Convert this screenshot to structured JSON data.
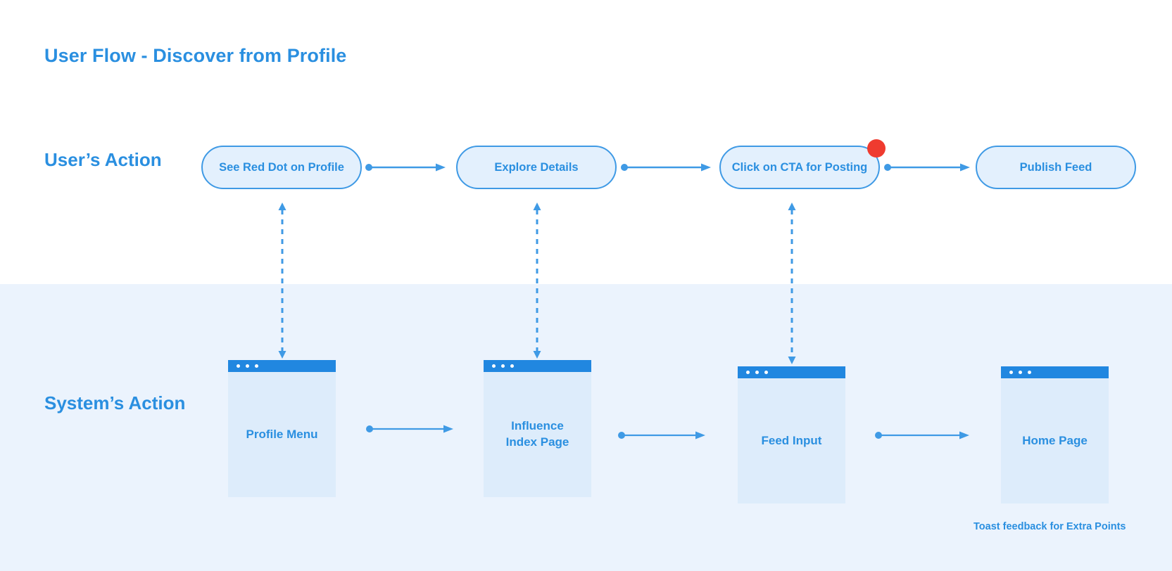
{
  "page": {
    "title": "User Flow - Discover from Profile",
    "accent_color": "#2a8fe0",
    "card_fill_color": "#ddecfb",
    "pill_fill_color": "#e3f0fd",
    "band_bottom_color": "#ebf3fd",
    "badge_color": "#ef3b2f"
  },
  "rows": {
    "user_action": {
      "label": "User’s Action",
      "steps": [
        {
          "label": "See Red Dot on Profile",
          "badge": false
        },
        {
          "label": "Explore Details",
          "badge": false
        },
        {
          "label": "Click on CTA for Posting",
          "badge": true
        },
        {
          "label": "Publish Feed",
          "badge": false
        }
      ]
    },
    "system_action": {
      "label": "System’s Action",
      "screens": [
        {
          "label": "Profile Menu"
        },
        {
          "label": "Influence\nIndex Page"
        },
        {
          "label": "Feed Input"
        },
        {
          "label": "Home Page"
        }
      ],
      "annotation": "Toast feedback for Extra Points"
    }
  },
  "connectors": {
    "user_flow_arrows": 3,
    "system_flow_arrows": 3,
    "vertical_dashed_arrows": 3
  }
}
